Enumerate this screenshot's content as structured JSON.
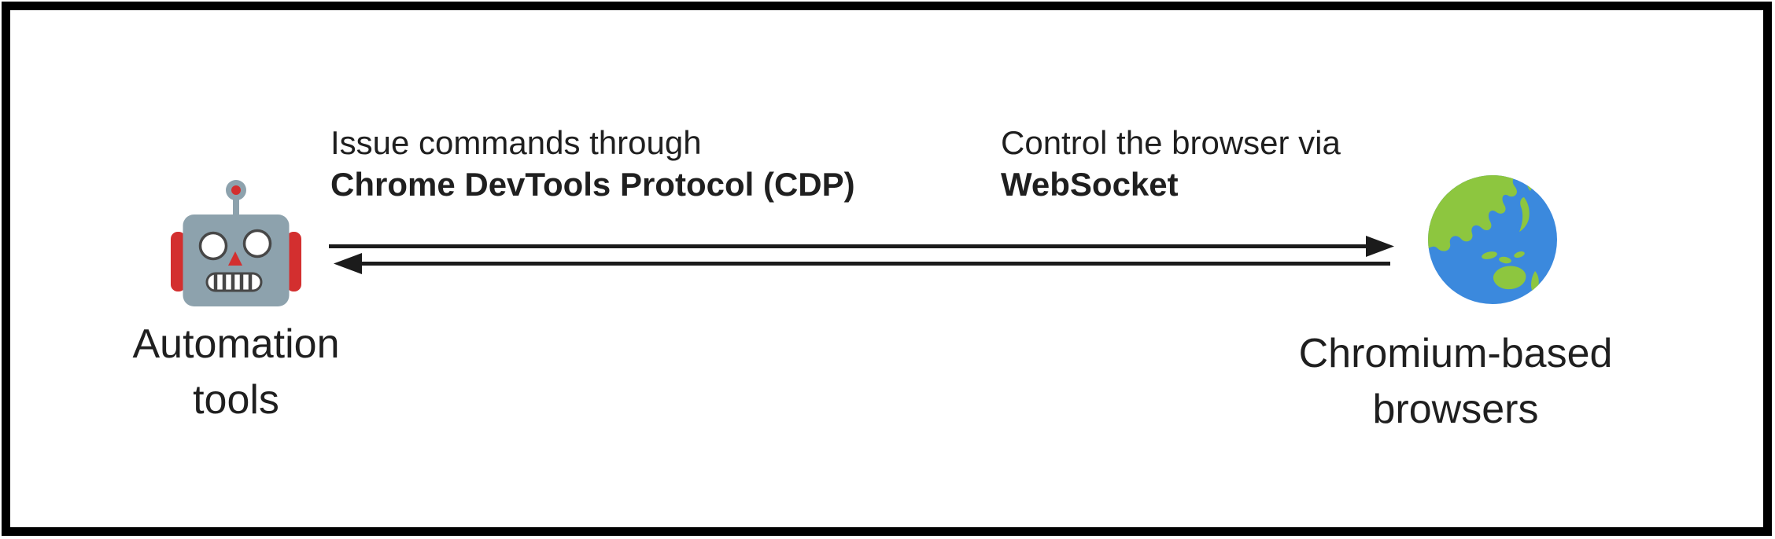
{
  "colors": {
    "background": "#ffffff",
    "border": "#000000",
    "text": "#1f1f1f",
    "arrow": "#1b1b1b",
    "robot_body": "#8da2ad",
    "robot_red": "#d32f2f",
    "robot_outline": "#474747",
    "globe_ocean": "#3b89dd",
    "globe_land": "#8dc63f"
  },
  "captions": {
    "left": {
      "regular": "Issue commands through",
      "bold": "Chrome DevTools Protocol (CDP)"
    },
    "right": {
      "regular": "Control the browser via",
      "bold": "WebSocket"
    }
  },
  "nodes": {
    "left": {
      "icon": "robot",
      "label_line1": "Automation",
      "label_line2": "tools"
    },
    "right": {
      "icon": "globe-asia-australia",
      "label_line1": "Chromium-based",
      "label_line2": "browsers"
    }
  },
  "arrows": {
    "top": {
      "direction": "right"
    },
    "bottom": {
      "direction": "left"
    }
  }
}
